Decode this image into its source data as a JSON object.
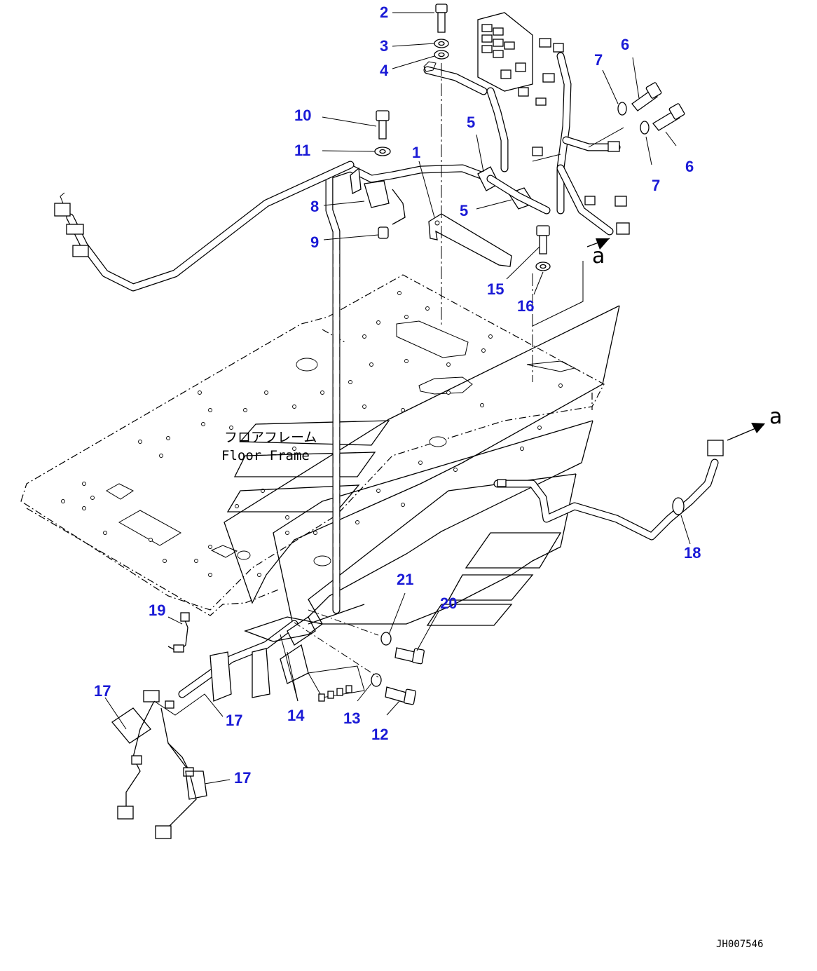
{
  "callouts": [
    {
      "id": "label-2",
      "text": "2"
    },
    {
      "id": "label-3",
      "text": "3"
    },
    {
      "id": "label-4",
      "text": "4"
    },
    {
      "id": "label-6a",
      "text": "6"
    },
    {
      "id": "label-6b",
      "text": "6"
    },
    {
      "id": "label-7a",
      "text": "7"
    },
    {
      "id": "label-7b",
      "text": "7"
    },
    {
      "id": "label-10",
      "text": "10"
    },
    {
      "id": "label-11",
      "text": "11"
    },
    {
      "id": "label-5a",
      "text": "5"
    },
    {
      "id": "label-5b",
      "text": "5"
    },
    {
      "id": "label-1",
      "text": "1"
    },
    {
      "id": "label-8",
      "text": "8"
    },
    {
      "id": "label-9",
      "text": "9"
    },
    {
      "id": "label-15",
      "text": "15"
    },
    {
      "id": "label-16",
      "text": "16"
    },
    {
      "id": "label-18",
      "text": "18"
    },
    {
      "id": "label-21",
      "text": "21"
    },
    {
      "id": "label-20",
      "text": "20"
    },
    {
      "id": "label-19",
      "text": "19"
    },
    {
      "id": "label-17a",
      "text": "17"
    },
    {
      "id": "label-17b",
      "text": "17"
    },
    {
      "id": "label-17c",
      "text": "17"
    },
    {
      "id": "label-14",
      "text": "14"
    },
    {
      "id": "label-13",
      "text": "13"
    },
    {
      "id": "label-12",
      "text": "12"
    }
  ],
  "floor_frame": {
    "jp": "フロアフレーム",
    "en": "Floor Frame"
  },
  "arrow_view": {
    "top": "a",
    "right": "a"
  },
  "drawing_ref": "JH007546",
  "colors": {
    "callout": "#1a1ad6",
    "line": "#000000",
    "background": "#ffffff"
  }
}
